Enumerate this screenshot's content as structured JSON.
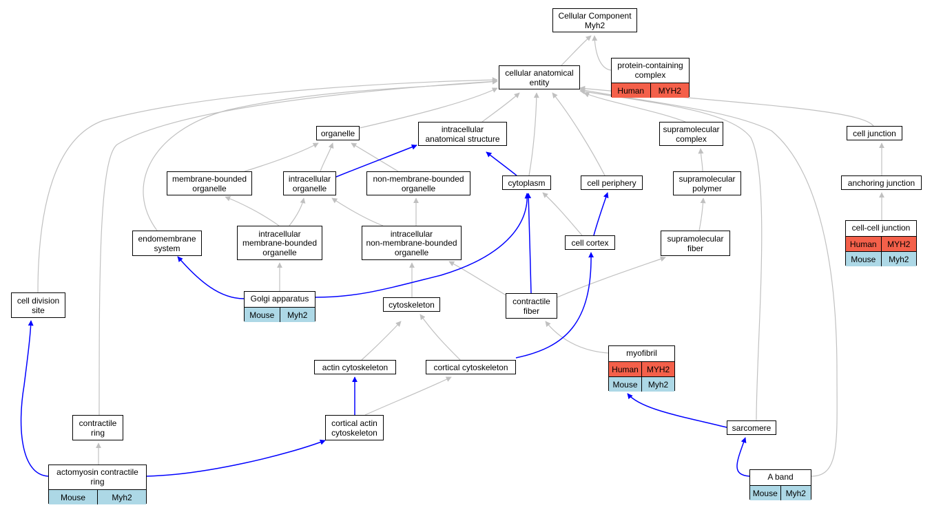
{
  "colors": {
    "human": "#f4604a",
    "mouse": "#add8e6",
    "edge_gray": "#c0c0c0",
    "edge_blue": "#0000ff"
  },
  "nodes": {
    "root": {
      "label": "Cellular Component\nMyh2"
    },
    "cae": {
      "label": "cellular anatomical\nentity"
    },
    "pcc": {
      "label": "protein-containing\ncomplex",
      "annotations": [
        {
          "org": "Human",
          "gene": "MYH2",
          "kind": "human"
        }
      ]
    },
    "organelle": {
      "label": "organelle"
    },
    "ias": {
      "label": "intracellular\nanatomical structure"
    },
    "smc": {
      "label": "supramolecular\ncomplex"
    },
    "cj": {
      "label": "cell junction"
    },
    "mbo": {
      "label": "membrane-bounded\norganelle"
    },
    "io": {
      "label": "intracellular\norganelle"
    },
    "nmbo": {
      "label": "non-membrane-bounded\norganelle"
    },
    "cytoplasm": {
      "label": "cytoplasm"
    },
    "cp": {
      "label": "cell periphery"
    },
    "smp": {
      "label": "supramolecular\npolymer"
    },
    "aj": {
      "label": "anchoring junction"
    },
    "es": {
      "label": "endomembrane\nsystem"
    },
    "imbo": {
      "label": "intracellular\nmembrane-bounded\norganelle"
    },
    "inmbo": {
      "label": "intracellular\nnon-membrane-bounded\norganelle"
    },
    "cc": {
      "label": "cell cortex"
    },
    "smf": {
      "label": "supramolecular\nfiber"
    },
    "ccj": {
      "label": "cell-cell junction",
      "annotations": [
        {
          "org": "Human",
          "gene": "MYH2",
          "kind": "human"
        },
        {
          "org": "Mouse",
          "gene": "Myh2",
          "kind": "mouse"
        }
      ]
    },
    "cds": {
      "label": "cell division\nsite"
    },
    "golgi": {
      "label": "Golgi apparatus",
      "annotations": [
        {
          "org": "Mouse",
          "gene": "Myh2",
          "kind": "mouse"
        }
      ]
    },
    "cytoskeleton": {
      "label": "cytoskeleton"
    },
    "cf": {
      "label": "contractile\nfiber"
    },
    "myofibril": {
      "label": "myofibril",
      "annotations": [
        {
          "org": "Human",
          "gene": "MYH2",
          "kind": "human"
        },
        {
          "org": "Mouse",
          "gene": "Myh2",
          "kind": "mouse"
        }
      ]
    },
    "acsk": {
      "label": "actin cytoskeleton"
    },
    "ccsk": {
      "label": "cortical cytoskeleton"
    },
    "cring": {
      "label": "contractile\nring"
    },
    "cacsk": {
      "label": "cortical actin\ncytoskeleton"
    },
    "sarcomere": {
      "label": "sarcomere"
    },
    "amcr": {
      "label": "actomyosin contractile\nring",
      "annotations": [
        {
          "org": "Mouse",
          "gene": "Myh2",
          "kind": "mouse"
        }
      ]
    },
    "aband": {
      "label": "A band",
      "annotations": [
        {
          "org": "Mouse",
          "gene": "Myh2",
          "kind": "mouse"
        }
      ]
    }
  }
}
